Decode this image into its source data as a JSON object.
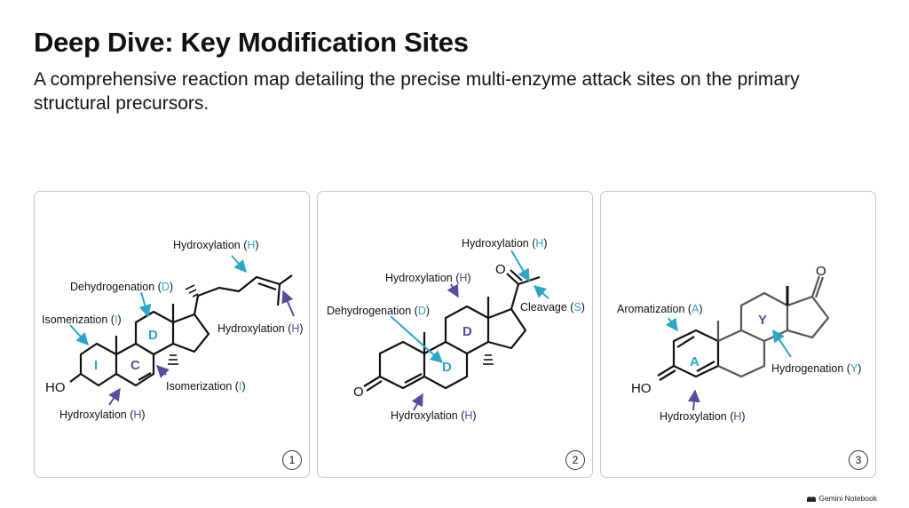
{
  "header": {
    "title": "Deep Dive: Key Modification Sites",
    "subtitle": "A comprehensive reaction map detailing the precise multi-enzyme attack sites on the primary structural precursors."
  },
  "colors": {
    "cyan": "#2aa6c8",
    "purple": "#5a4ba0",
    "bond": "#111111",
    "panel_border": "#c9c9c9"
  },
  "panels": [
    {
      "number": "1",
      "annotations": {
        "hydroxylation_top": {
          "prefix": "Hydroxylation (",
          "letter": "H",
          "suffix": ")"
        },
        "dehydrogenation": {
          "prefix": "Dehydrogenation (",
          "letter": "D",
          "suffix": ")"
        },
        "isomerization_left": {
          "prefix": "Isomerization (",
          "letter": "I",
          "suffix": ")"
        },
        "hydroxylation_right": {
          "prefix": "Hydroxylation (",
          "letter": "H",
          "suffix": ")"
        },
        "isomerization_bottom": {
          "prefix": "Isomerization (",
          "letter": "I",
          "suffix": ")"
        },
        "hydroxylation_bottom": {
          "prefix": "Hydroxylation (",
          "letter": "H",
          "suffix": ")"
        }
      },
      "ring_labels": [
        "I",
        "C",
        "D"
      ],
      "atom_labels": {
        "hydroxyl": "HO"
      }
    },
    {
      "number": "2",
      "annotations": {
        "hydroxylation_top": {
          "prefix": "Hydroxylation (",
          "letter": "H",
          "suffix": ")"
        },
        "hydroxylation_mid": {
          "prefix": "Hydroxylation (",
          "letter": "H",
          "suffix": ")"
        },
        "dehydrogenation": {
          "prefix": "Dehydrogenation (",
          "letter": "D",
          "suffix": ")"
        },
        "cleavage": {
          "prefix": "Cleavage (",
          "letter": "S",
          "suffix": ")"
        },
        "hydroxylation_bottom": {
          "prefix": "Hydroxylation (",
          "letter": "H",
          "suffix": ")"
        }
      },
      "ring_labels": [
        "D",
        "D"
      ],
      "atom_labels": {
        "ketone_top": "O",
        "ketone_left": "O"
      }
    },
    {
      "number": "3",
      "annotations": {
        "aromatization": {
          "prefix": "Aromatization (",
          "letter": "A",
          "suffix": ")"
        },
        "hydrogenation": {
          "prefix": "Hydrogenation (",
          "letter": "Y",
          "suffix": ")"
        },
        "hydroxylation_bottom": {
          "prefix": "Hydroxylation (",
          "letter": "H",
          "suffix": ")"
        }
      },
      "ring_labels": [
        "A",
        "Y"
      ],
      "atom_labels": {
        "ketone_top": "O",
        "hydroxyl": "HO"
      }
    }
  ],
  "footer": {
    "brand": "Gemini Notebook"
  }
}
